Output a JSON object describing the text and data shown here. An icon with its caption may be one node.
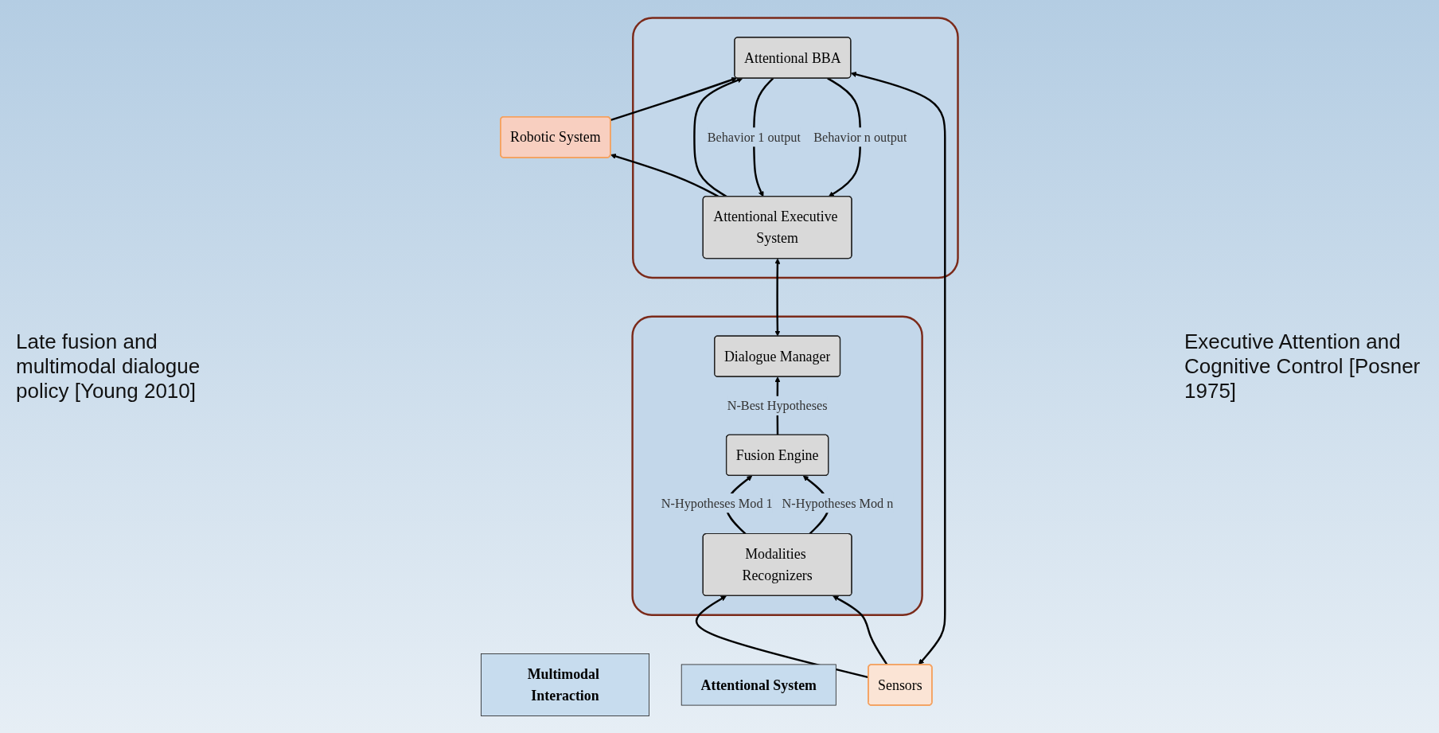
{
  "diagram": {
    "nodes": [
      {
        "text": [
          "Multimodal Interaction"
        ]
      },
      {
        "text": [],
        "shape": "box"
      },
      {
        "text": [
          "Dialogue Manager"
        ],
        "in": 1
      },
      {
        "text": [
          "Fusion Engine"
        ],
        "in": 1
      },
      {
        "text": [
          "Modalities Recognizers"
        ],
        "in": 1
      },
      {
        "text": [
          "Robotic System"
        ]
      },
      {
        "text": [],
        "shape": "box"
      },
      {
        "text": [
          "Attentional Executive System"
        ],
        "in": 6
      },
      {
        "text": [
          "Attentional BBA"
        ],
        "in": 6
      },
      {
        "text": [
          "Attentional System"
        ]
      },
      {
        "text": [
          "Sensors"
        ]
      }
    ],
    "edges": [
      {
        "from": 3,
        "to": 2,
        "arrow": "to",
        "label": "N-Best Hypotheses"
      },
      {
        "from": 4,
        "to": 3,
        "arrow": "to",
        "label": "N-Hypotheses Mod 1"
      },
      {
        "from": 4,
        "to": 3,
        "arrow": "to",
        "label": "N-Hypotheses Mod n"
      },
      {
        "from": 10,
        "to": 4,
        "arrow": "to"
      },
      {
        "from": 10,
        "to": 4,
        "arrow": "to"
      },
      {
        "from": 2,
        "to": 7,
        "arrow": "both"
      },
      {
        "from": 7,
        "to": 5,
        "arrow": "to"
      },
      {
        "from": 8,
        "to": 7,
        "arrow": "to",
        "label": "Behavior 1 output"
      },
      {
        "from": 8,
        "to": 7,
        "arrow": "to",
        "label": "Behavior n output"
      },
      {
        "from": 10,
        "to": 8,
        "arrow": "both"
      },
      {
        "from": 5,
        "to": 8,
        "arrow": "to"
      },
      {
        "from": 7,
        "to": 8,
        "arrow": "to"
      }
    ],
    "labels": [
      "Late fusion and multimodal dialogue policy [Young 2010]",
      "Executive Attention and Cognitive Control [Posner 1975]"
    ]
  }
}
